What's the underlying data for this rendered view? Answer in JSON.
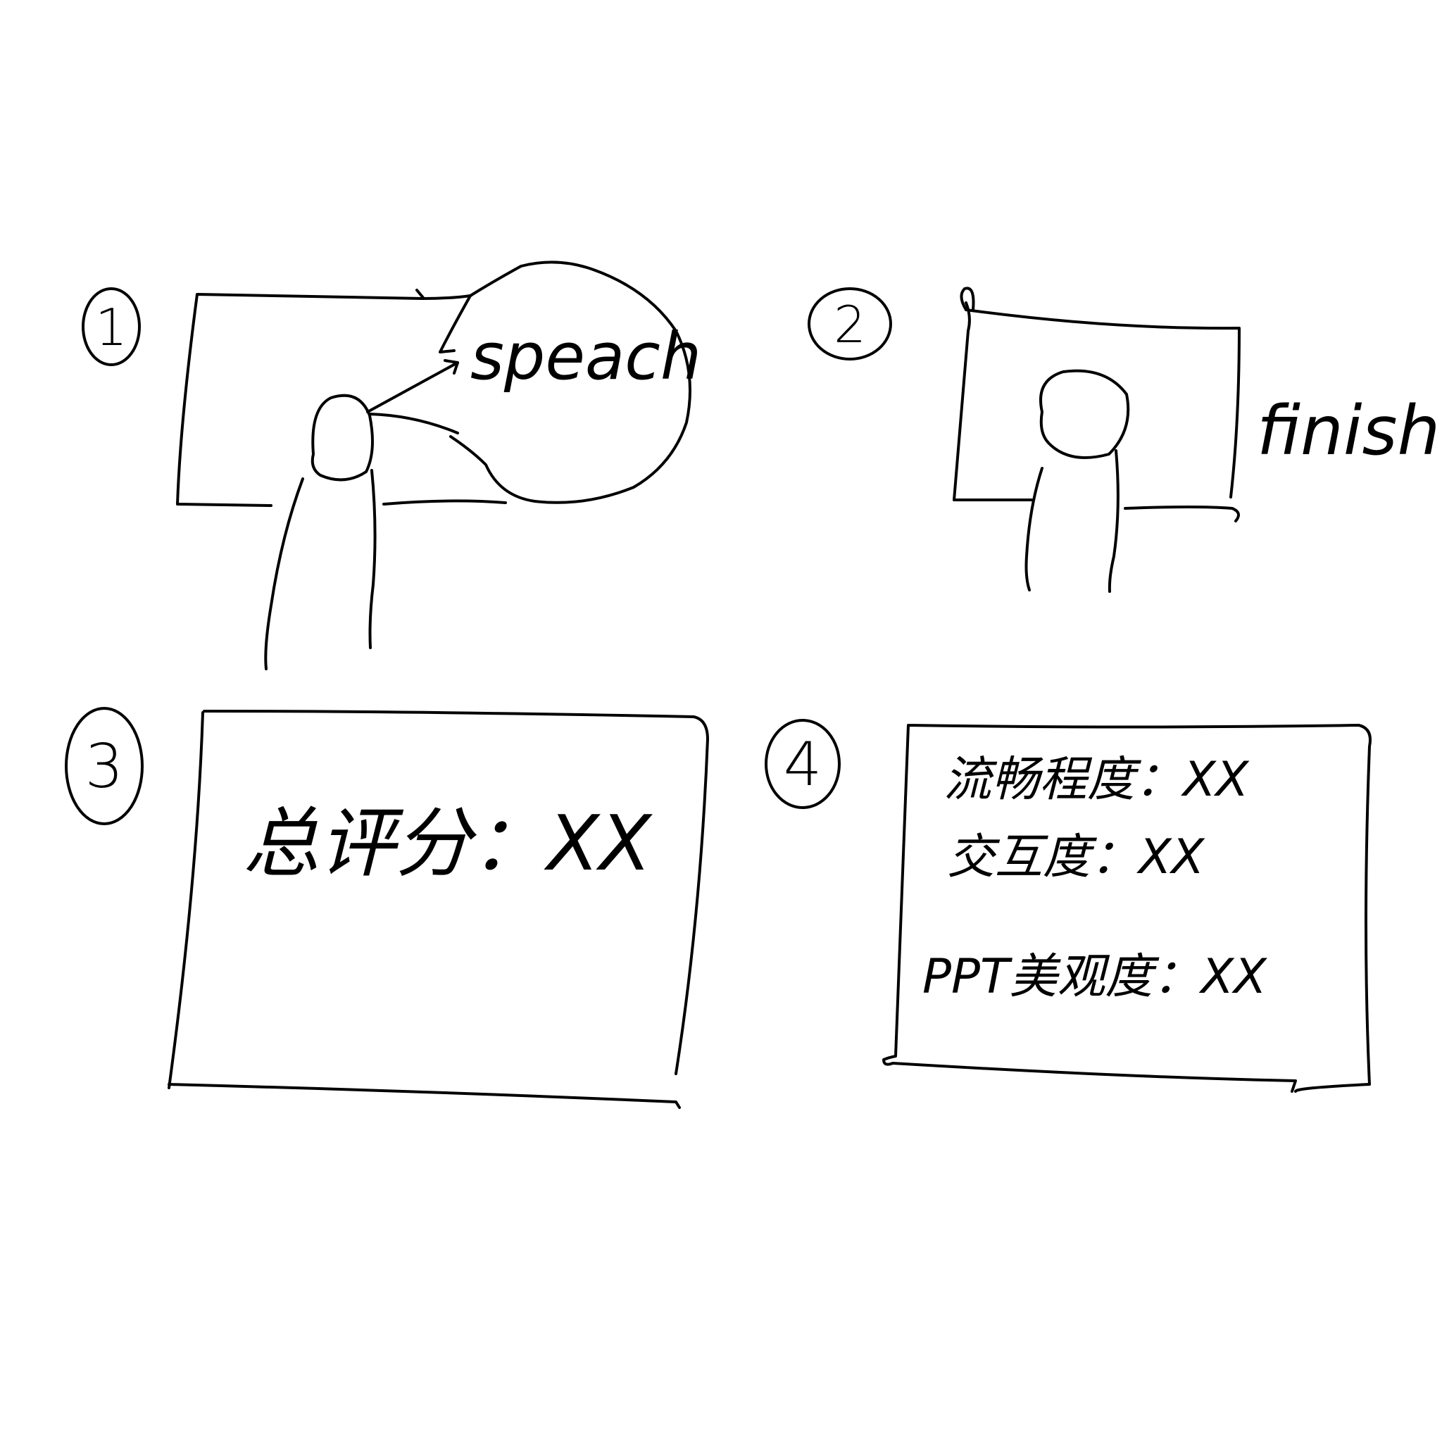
{
  "panels": [
    {
      "number": "1",
      "bubble_text": "speach"
    },
    {
      "number": "2",
      "side_text": "finish"
    },
    {
      "number": "3",
      "score_line": "总评分：XX"
    },
    {
      "number": "4",
      "metrics": [
        "流畅程度：XX",
        "交互度：XX",
        "PPT美观度：XX"
      ]
    }
  ],
  "colors": {
    "ink": "#000000",
    "paper": "#ffffff"
  }
}
